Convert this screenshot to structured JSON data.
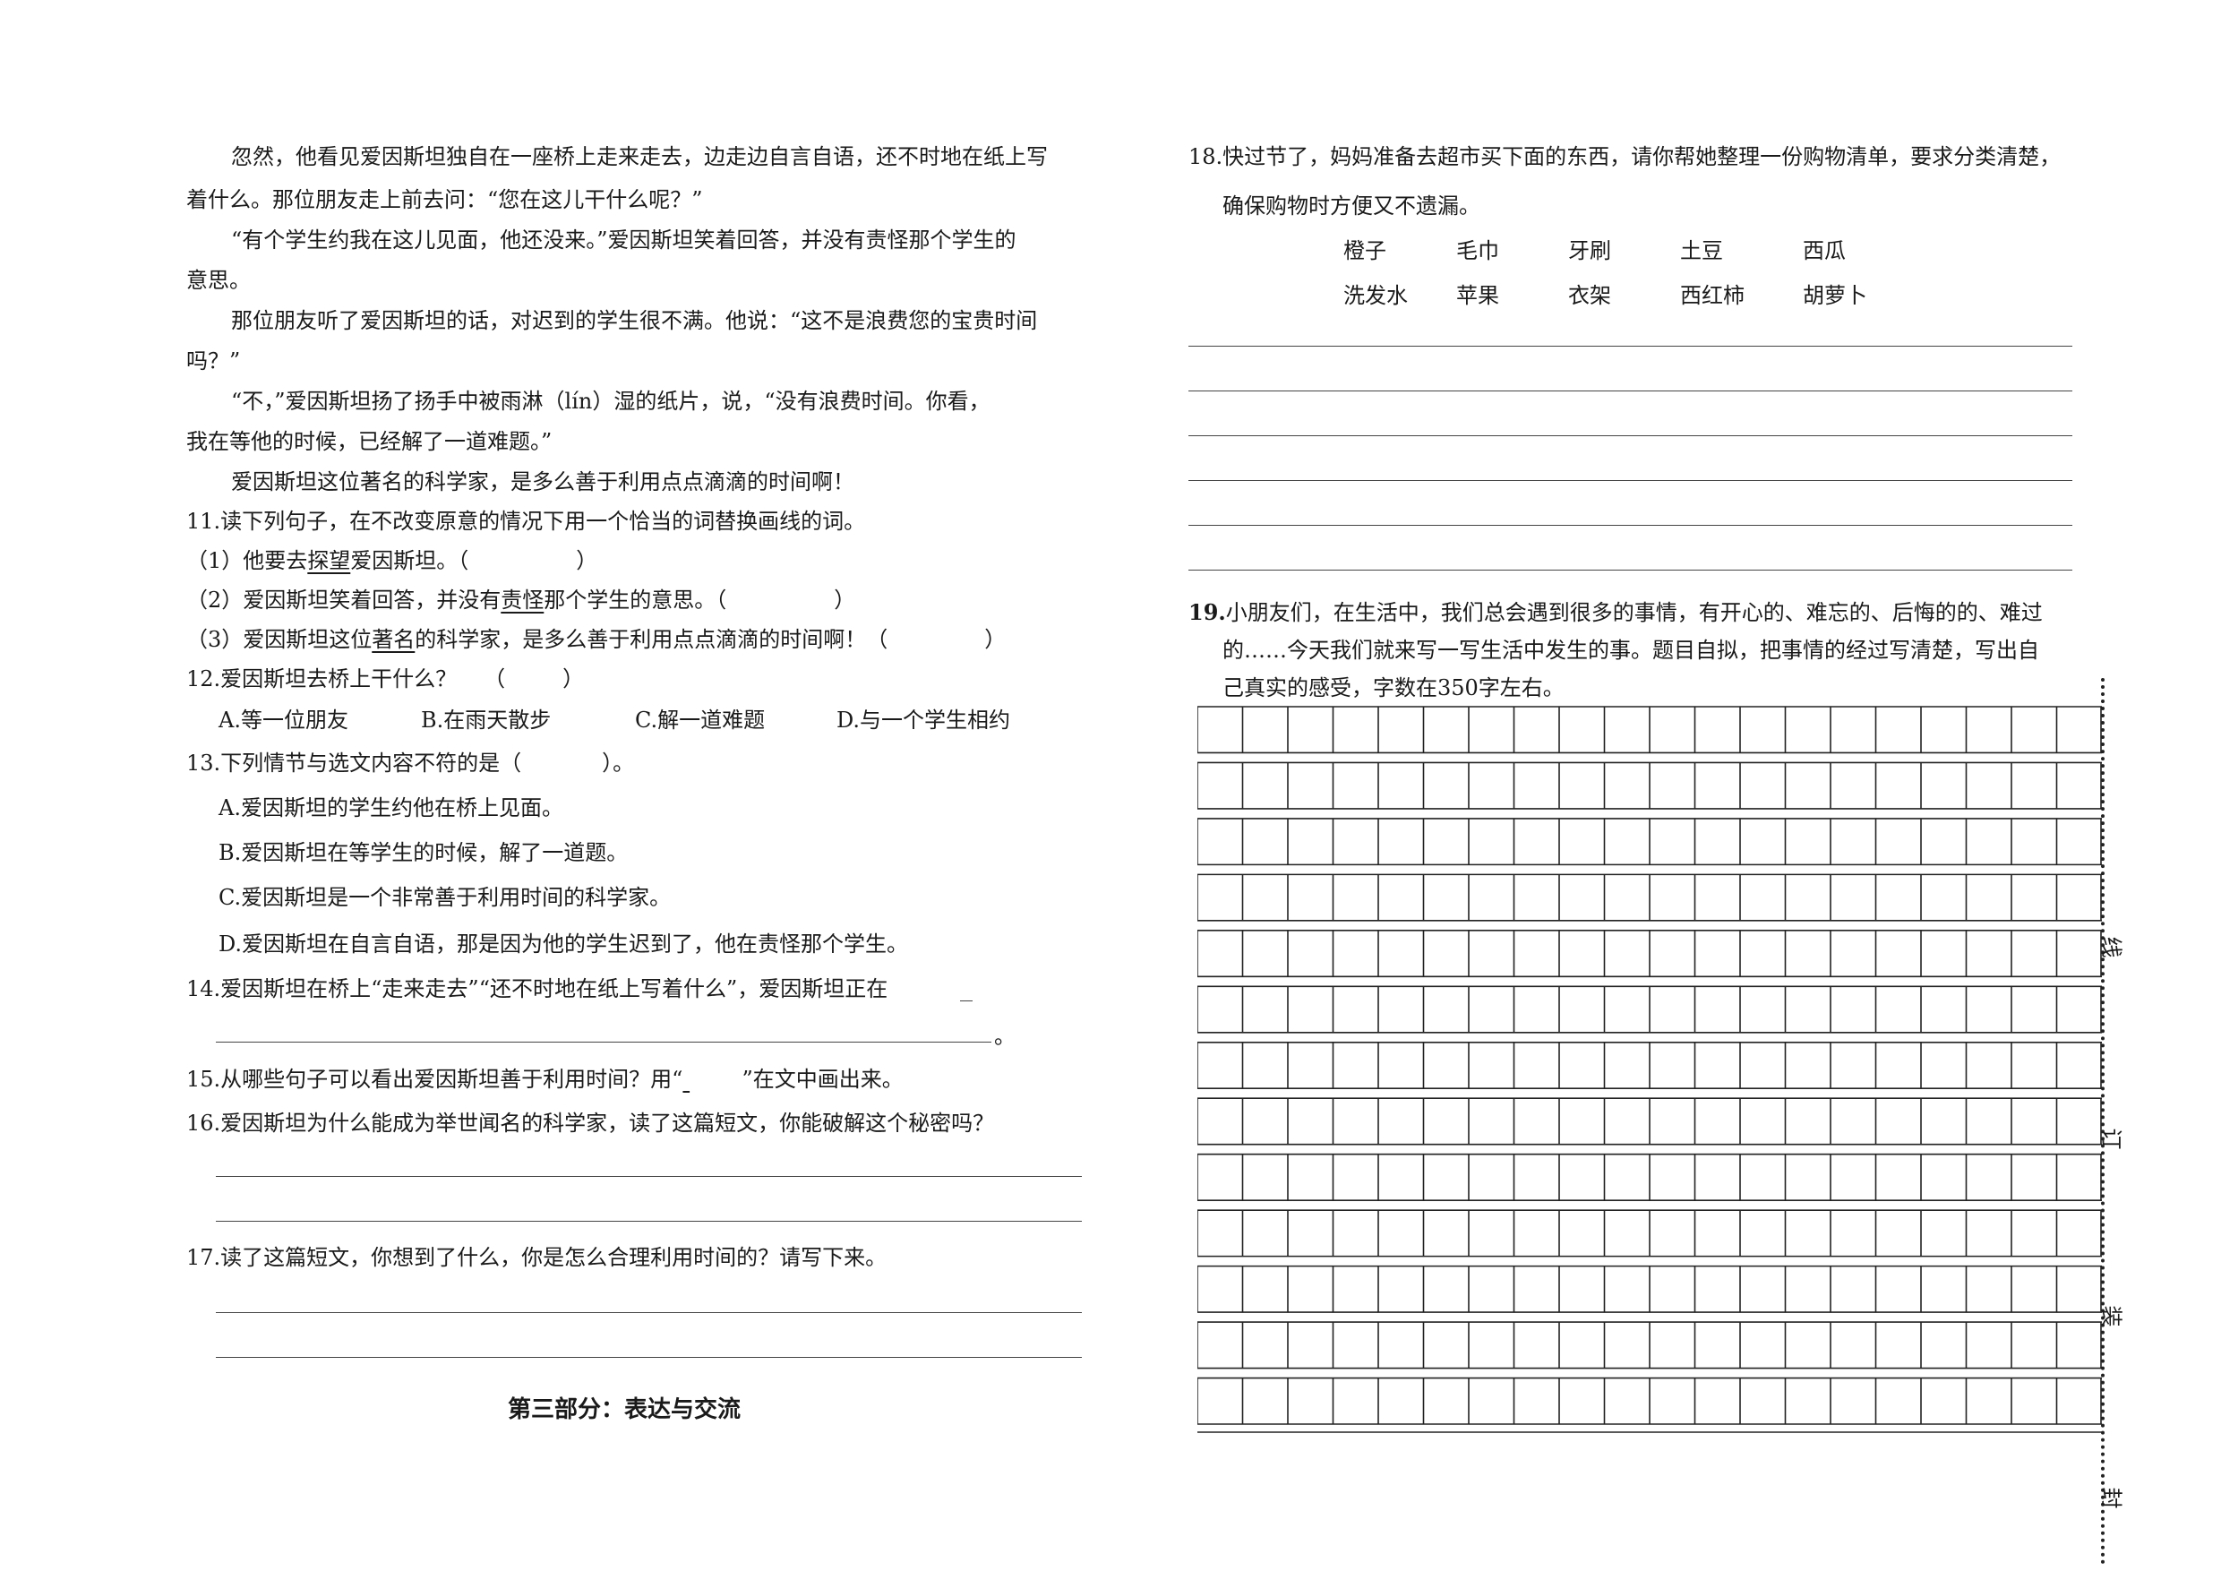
{
  "passage": {
    "p1a": "忽然，他看见爱因斯坦独自在一座桥上走来走去，边走边自言自语，还不时地在纸上写",
    "p1b": "着什么。那位朋友走上前去问：“您在这儿干什么呢？”",
    "p2a": "“有个学生约我在这儿见面，他还没来。”爱因斯坦笑着回答，并没有责怪那个学生的",
    "p2b": "意思。",
    "p3a": "那位朋友听了爱因斯坦的话，对迟到的学生很不满。他说：“这不是浪费您的宝贵时间",
    "p3b": "吗？”",
    "p4a": "“不，”爱因斯坦扬了扬手中被雨淋（lín）湿的纸片，说，“没有浪费时间。你看，",
    "p4b": "我在等他的时候，已经解了一道难题。”",
    "p5": "爱因斯坦这位著名的科学家，是多么善于利用点点滴滴的时间啊！"
  },
  "q11": {
    "stem": "11.读下列句子，在不改变原意的情况下用一个恰当的词替换画线的词。",
    "s1_pre": "（1）他要去",
    "s1_u": "探望",
    "s1_post": "爱因斯坦。（",
    "s1_end": "）",
    "s2_pre": "（2）爱因斯坦笑着回答，并没有",
    "s2_u": "责怪",
    "s2_post": "那个学生的意思。（",
    "s2_end": "）",
    "s3_pre": "（3）爱因斯坦这位",
    "s3_u": "著名",
    "s3_post": "的科学家，是多么善于利用点点滴滴的时间啊！（",
    "s3_end": "）"
  },
  "q12": {
    "stem": "12.爱因斯坦去桥上干什么？",
    "paren_open": "（",
    "paren_close": "）",
    "a": "A.等一位朋友",
    "b": "B.在雨天散步",
    "c": "C.解一道难题",
    "d": "D.与一个学生相约"
  },
  "q13": {
    "stem": "13.下列情节与选文内容不符的是（",
    "stem_end": "）。",
    "a": "A.爱因斯坦的学生约他在桥上见面。",
    "b": "B.爱因斯坦在等学生的时候，解了一道题。",
    "c": "C.爱因斯坦是一个非常善于利用时间的科学家。",
    "d": "D.爱因斯坦在自言自语，那是因为他的学生迟到了，他在责怪那个学生。"
  },
  "q14": {
    "stem": "14.爱因斯坦在桥上“走来走去”“还不时地在纸上写着什么”，爱因斯坦正在",
    "end": "。"
  },
  "q15": {
    "stem_pre": "15.从哪些句子可以看出爱因斯坦善于利用时间？用“",
    "stem_post": "”在文中画出来。"
  },
  "q16": {
    "stem": "16.爱因斯坦为什么能成为举世闻名的科学家，读了这篇短文，你能破解这个秘密吗？"
  },
  "q17": {
    "stem": "17.读了这篇短文，你想到了什么，你是怎么合理利用时间的？请写下来。"
  },
  "section3_title": "第三部分：表达与交流",
  "q18": {
    "stem_a": "18.快过节了，妈妈准备去超市买下面的东西，请你帮她整理一份购物清单，要求分类清楚，",
    "stem_b": "确保购物时方便又不遗漏。",
    "row1": [
      "橙子",
      "毛巾",
      "牙刷",
      "土豆",
      "西瓜"
    ],
    "row2": [
      "洗发水",
      "苹果",
      "衣架",
      "西红柿",
      "胡萝卜"
    ]
  },
  "q19": {
    "num": "19.",
    "stem_a": "小朋友们，在生活中，我们总会遇到很多的事情，有开心的、难忘的、后悔的的、难过",
    "stem_b": "的……今天我们就来写一写生活中发生的事。题目自拟，把事情的经过写清楚，写出自",
    "stem_c": "己真实的感受，字数在350字左右。"
  },
  "margin": {
    "xian": "线",
    "ding": "订",
    "zhuang": "装",
    "feng": "封"
  },
  "grid": {
    "rows": 13,
    "cols": 20
  }
}
